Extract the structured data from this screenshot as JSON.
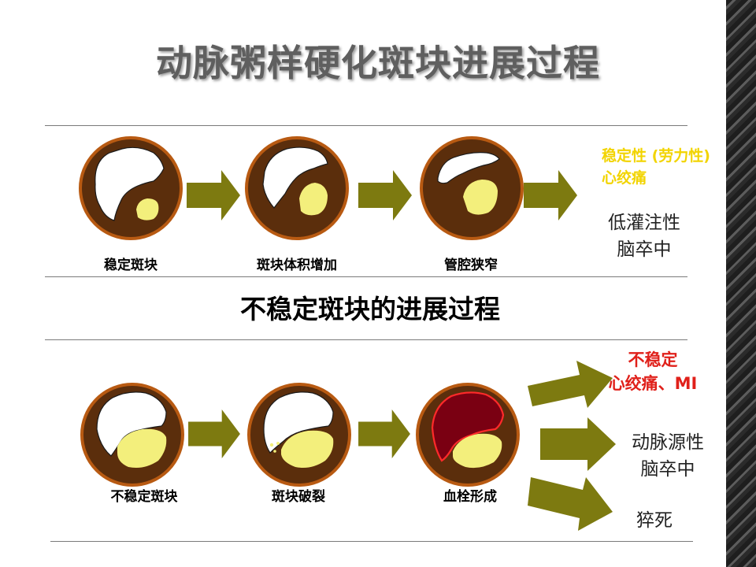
{
  "title": "动脉粥样硬化斑块进展过程",
  "stable": {
    "labels": [
      "稳定斑块",
      "斑块体积增加",
      "管腔狭窄"
    ],
    "outcome_yellow": [
      "稳定性 (劳力性)",
      "心绞痛"
    ],
    "outcome_text": [
      "低灌注性",
      "脑卒中"
    ]
  },
  "unstable": {
    "heading": "不稳定斑块的进展过程",
    "labels": [
      "不稳定斑块",
      "斑块破裂",
      "血栓形成"
    ],
    "outcome_red": [
      "不稳定",
      "心绞痛、MI"
    ],
    "outcome_2": [
      "动脉源性",
      "脑卒中"
    ],
    "outcome_3": "猝死"
  },
  "colors": {
    "title": "#5f5f5f",
    "vessel_wall": "#5b2e0c",
    "vessel_rim": "#b85a12",
    "plaque": "#f3ef7c",
    "thrombus": "#7a0012",
    "arrow": "#7d7a10",
    "yellow_text": "#f2d400",
    "red_text": "#e0201a"
  }
}
